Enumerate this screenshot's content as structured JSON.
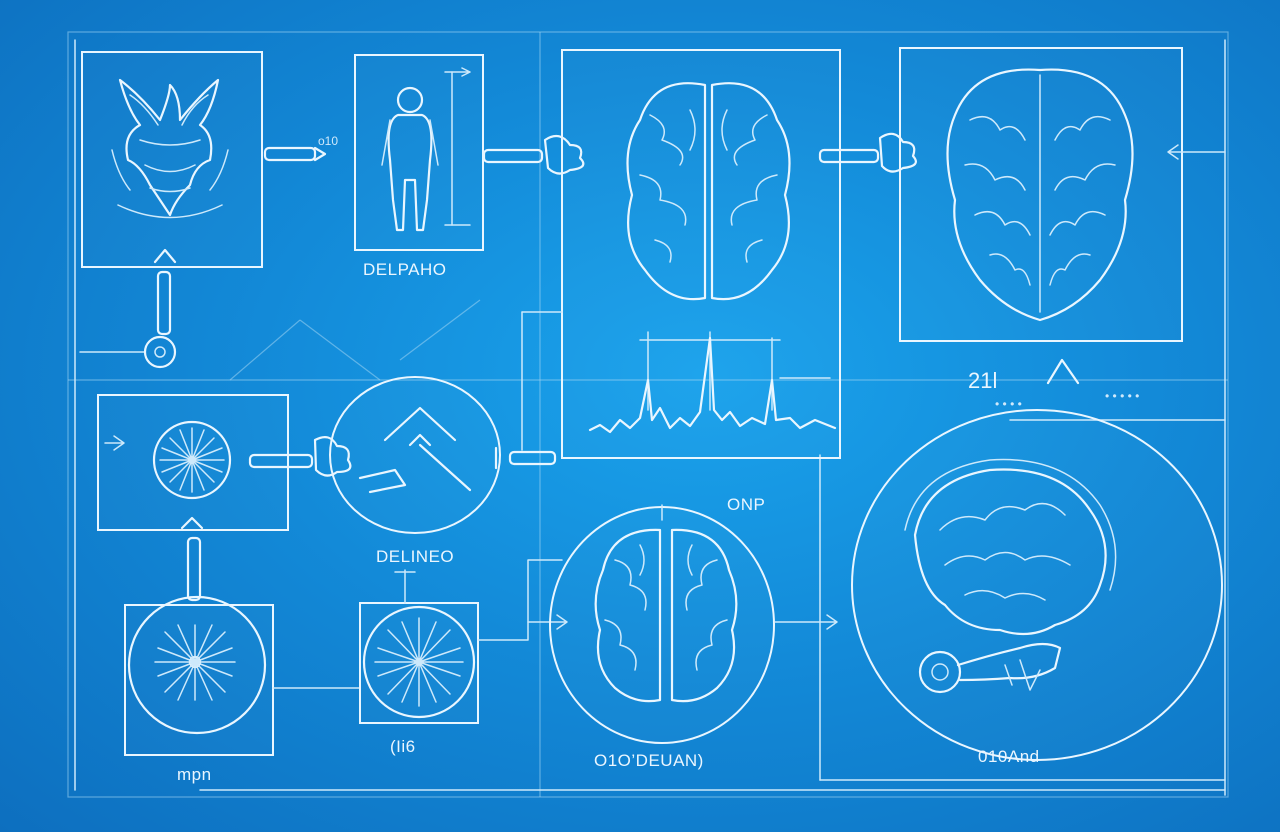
{
  "labels": {
    "delpaho": "DELPAHO",
    "delineo": "DELINEO",
    "onp": "ONP",
    "mpn": "mpn",
    "cii6": "(Ii6",
    "o1o_deuan": "O1O’DEUAN)",
    "o10and": "010And",
    "arrow_o10": "o10",
    "figure_21": "21l",
    "faint_code_left": "• • • •",
    "faint_code_right": "• • • • •"
  },
  "colors": {
    "background": "#138ad8",
    "line": "#e9f6ff"
  },
  "icons": [
    "anatomical-mask-icon",
    "human-figure-icon",
    "brain-top-icon",
    "brain-head-icon",
    "starburst-icon",
    "chevron-arrows-icon",
    "neuron-starburst-icon",
    "brain-circle-icon",
    "brain-side-neuron-icon",
    "waveform-icon"
  ]
}
